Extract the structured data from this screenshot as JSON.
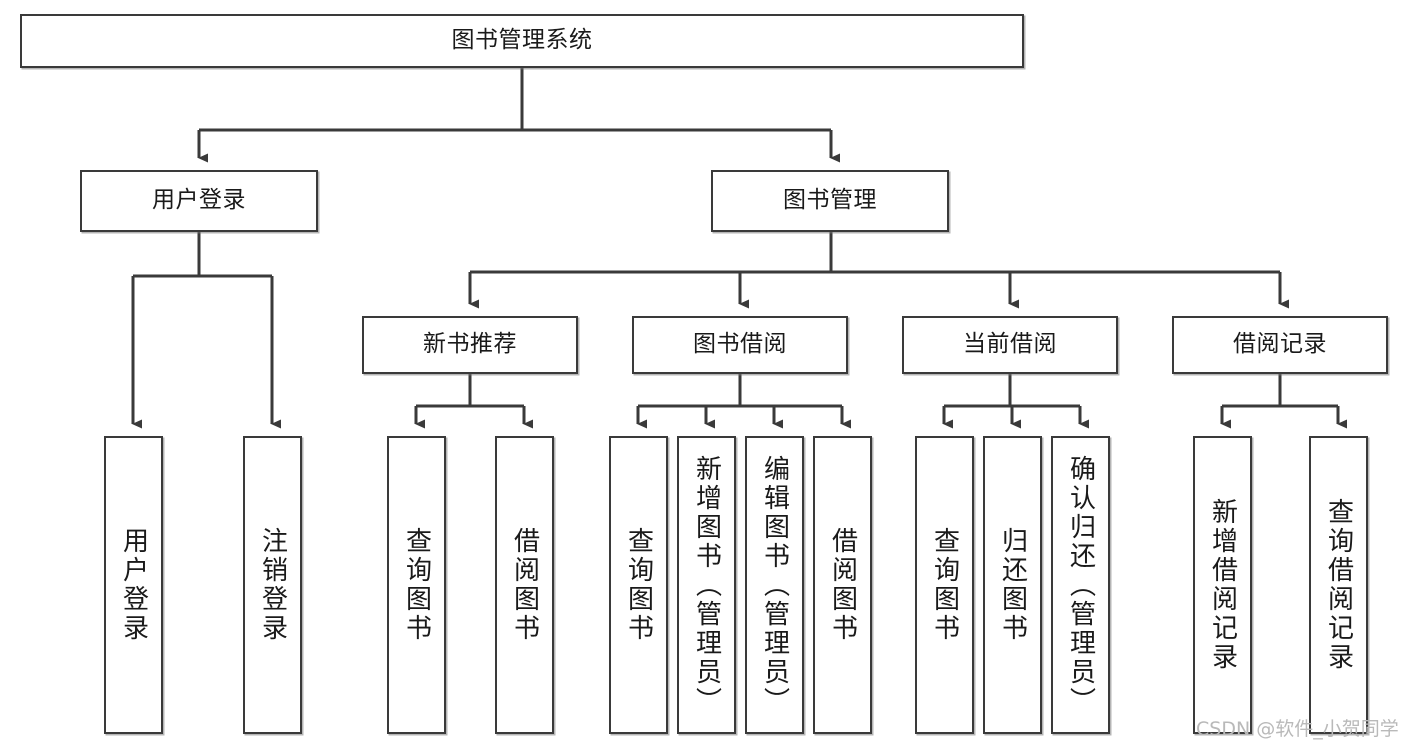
{
  "diagram": {
    "title": "图书管理系统",
    "type": "tree-hierarchy-chart",
    "orientation": "top-down",
    "colors": {
      "node_border": "#3a3a3a",
      "node_fill": "#ffffff",
      "edge": "#3a3a3a",
      "text": "#1a1a1a",
      "watermark": "#b9b9b9",
      "background": "#ffffff"
    },
    "watermark": "CSDN @软件_小贺同学",
    "levels": {
      "level1": [
        "图书管理系统"
      ],
      "level2": [
        "用户登录",
        "图书管理"
      ],
      "level3": [
        "新书推荐",
        "图书借阅",
        "当前借阅",
        "借阅记录"
      ],
      "level4": [
        "用户登录",
        "注销登录",
        "查询图书",
        "借阅图书",
        "查询图书",
        "新增图书（管理员）",
        "编辑图书（管理员）",
        "借阅图书",
        "查询图书",
        "归还图书",
        "确认归还（管理员）",
        "新增借阅记录",
        "查询借阅记录"
      ]
    }
  },
  "nodes": {
    "root": {
      "label": "图书管理系统"
    },
    "user_login": {
      "label": "用户登录"
    },
    "book_manage": {
      "label": "图书管理"
    },
    "new_book_rec": {
      "label": "新书推荐"
    },
    "book_borrow": {
      "label": "图书借阅"
    },
    "current_borrow": {
      "label": "当前借阅"
    },
    "borrow_record": {
      "label": "借阅记录"
    },
    "leaf_user_login": {
      "label": "用户登录"
    },
    "leaf_logout": {
      "label": "注销登录"
    },
    "leaf_query_book_1": {
      "label": "查询图书"
    },
    "leaf_borrow_book_1": {
      "label": "借阅图书"
    },
    "leaf_query_book_2": {
      "label": "查询图书"
    },
    "leaf_add_book": {
      "label": "新增图书（管理员）"
    },
    "leaf_edit_book": {
      "label": "编辑图书（管理员）"
    },
    "leaf_borrow_book_2": {
      "label": "借阅图书"
    },
    "leaf_query_book_3": {
      "label": "查询图书"
    },
    "leaf_return_book": {
      "label": "归还图书"
    },
    "leaf_confirm_return": {
      "label": "确认归还（管理员）"
    },
    "leaf_add_record": {
      "label": "新增借阅记录"
    },
    "leaf_query_record": {
      "label": "查询借阅记录"
    }
  }
}
